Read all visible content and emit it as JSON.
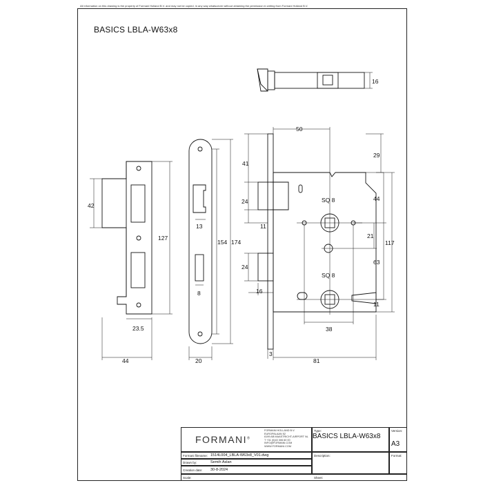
{
  "document": {
    "notice": "All information on this drawing is the property of Formani Holland B.V. and may not be copied, in any way whatsoever without obtaining the permission in writing from Formani Holland B.V.",
    "title": "BASICS LBLA-W63x8"
  },
  "dimensions": {
    "top_view_depth": "16",
    "backset": "50",
    "top_offset": "29",
    "latch_height_top": "41",
    "latch_height": "24",
    "latch_gap": "11",
    "sq_upper": "SQ 8",
    "sq_lower": "SQ 8",
    "follower_to_keyhole": "44",
    "centre_distance": "63",
    "key_offset": "21",
    "case_height": "117",
    "bolt_height": "24",
    "bolt_depth": "16",
    "bottom_offset": "11",
    "key_width": "38",
    "forend_thickness": "3",
    "case_depth": "81",
    "strike_inner": "42",
    "strike_height": "127",
    "strike_depth": "23.5",
    "strike_width": "44",
    "forend_width": "20",
    "forend_inner_width": "13",
    "forend_slot_width": "8",
    "forend_inner_height": "154",
    "forend_height": "174"
  },
  "title_block": {
    "logo": "FORMANI",
    "logo_mark": "®",
    "company_lines": [
      "FORMANI HOLLAND B.V.",
      "EUROPALAAN 52",
      "6199 AB MAASTRICHT-AIRPORT NL",
      "T +31 (0)43 306 60 00",
      "INFO@FORMANI.COM",
      "WWW.FORMANI.COM"
    ],
    "type_label": "Type:",
    "type_value": "BASICS LBLA-W63x8",
    "version_label": "Version:",
    "version_value": "",
    "filename_label": "Formani filename:",
    "filename_value": "1514L004_LBLA-W63x8_V01.dwg",
    "description_label": "Description:",
    "description_value": "",
    "format_label": "Format:",
    "format_value": "A3",
    "drawn_label": "Drawn by:",
    "drawn_value": "Semih Aslan",
    "creation_label": "Creation date:",
    "creation_value": "30-8-2024",
    "scale_label": "Scale:",
    "scale_value": "",
    "sheet_label": "Sheet:",
    "sheet_value": ""
  }
}
